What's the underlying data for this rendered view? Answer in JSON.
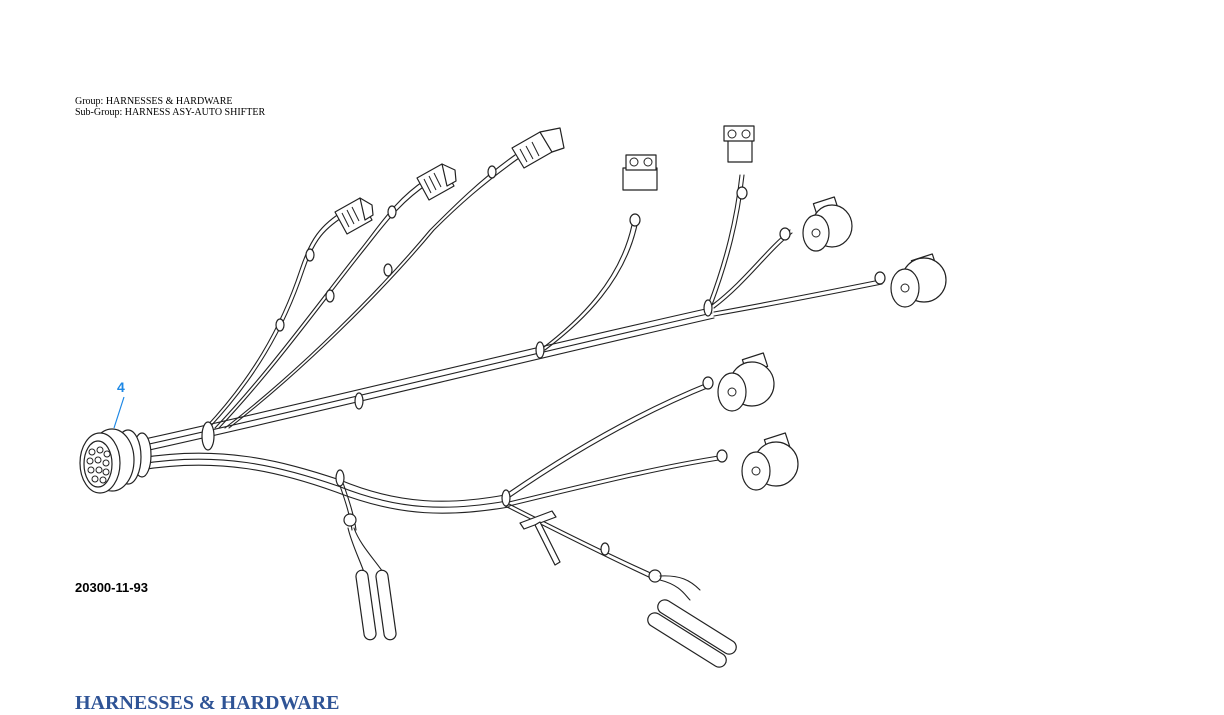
{
  "header": {
    "group_line": "Group: HARNESSES & HARDWARE",
    "subgroup_line": "Sub-Group: HARNESS ASY-AUTO SHIFTER"
  },
  "figure": {
    "callout_number": "4",
    "figure_id": "20300-11-93"
  },
  "footer": {
    "title": "HARNESSES & HARDWARE"
  },
  "colors": {
    "callout": "#1e88e5",
    "footer_title": "#2f5496"
  }
}
